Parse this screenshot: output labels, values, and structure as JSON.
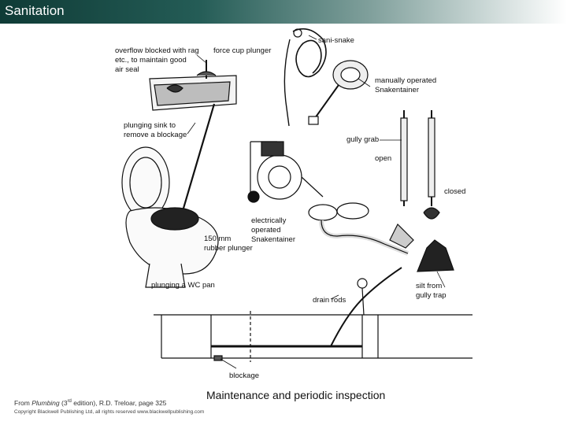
{
  "title": "Sanitation",
  "labels": {
    "overflow": "overflow blocked with rag\netc., to maintain good\nair seal",
    "force_cup": "force cup plunger",
    "sani_snake": "sani-snake",
    "manual_snakentainer": "manually operated\nSnakentainer",
    "plunging_sink": "plunging sink to\nremove a blockage",
    "gully_grab": "gully grab",
    "open": "open",
    "closed": "closed",
    "electric_snakentainer": "electrically\noperated\nSnakentainer",
    "rubber_plunger": "150 mm\nrubber plunger",
    "plunging_wc": "plunging a WC pan",
    "silt_trap": "silt from\ngully trap",
    "drain_rods": "drain rods",
    "blockage": "blockage"
  },
  "caption": "Maintenance and periodic inspection",
  "credit": {
    "prefix": "From ",
    "book": "Plumbing",
    "edition_num": " (3",
    "edition_sup": "rd",
    "edition_rest": " edition), R.D. Treloar, page 325"
  },
  "copyright": "Copyright Blackwell Publishing Ltd, all rights reserved  www.blackwellpublishing.com"
}
